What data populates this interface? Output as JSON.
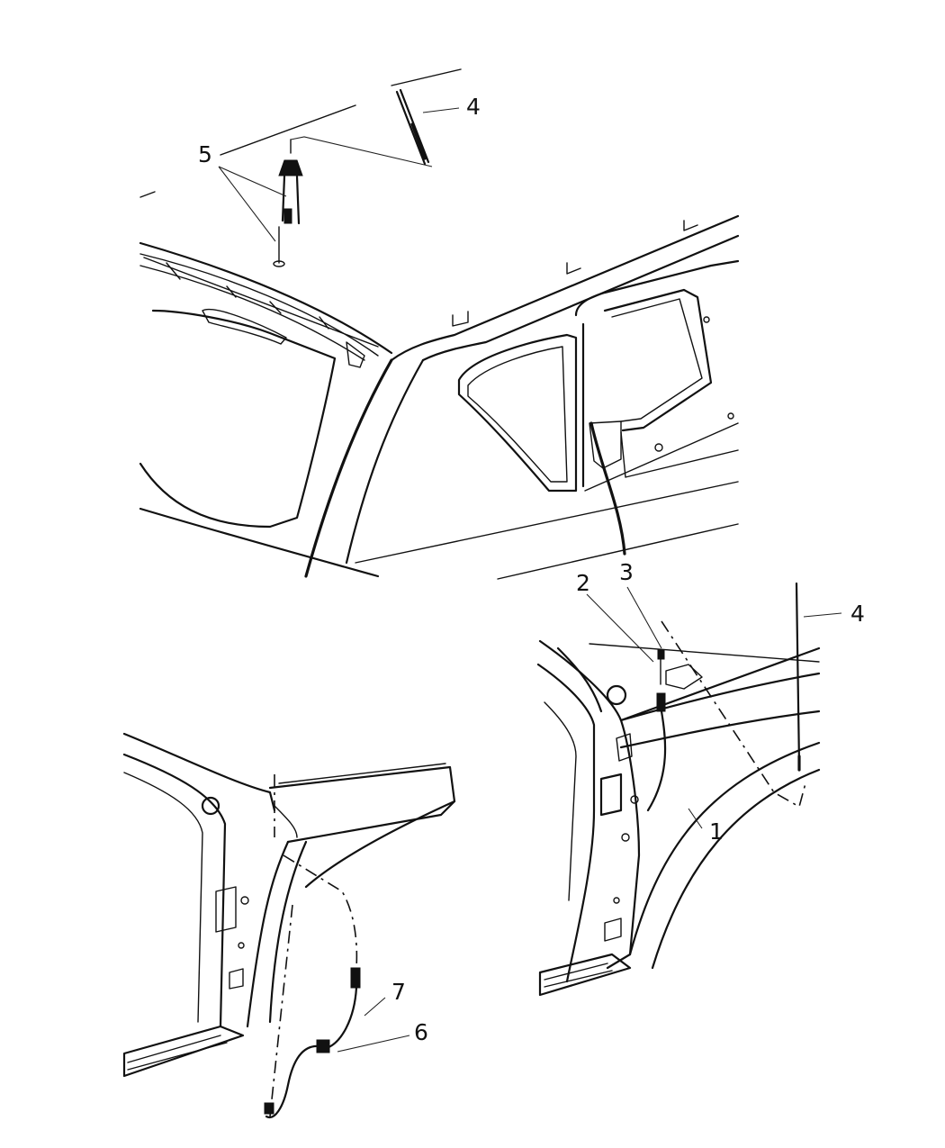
{
  "callouts": [
    {
      "id": "c4-top",
      "label": "4"
    },
    {
      "id": "c5",
      "label": "5"
    },
    {
      "id": "c3",
      "label": "3"
    },
    {
      "id": "c2",
      "label": "2"
    },
    {
      "id": "c4-right",
      "label": "4"
    },
    {
      "id": "c1",
      "label": "1"
    },
    {
      "id": "c7",
      "label": "7"
    },
    {
      "id": "c6",
      "label": "6"
    }
  ]
}
